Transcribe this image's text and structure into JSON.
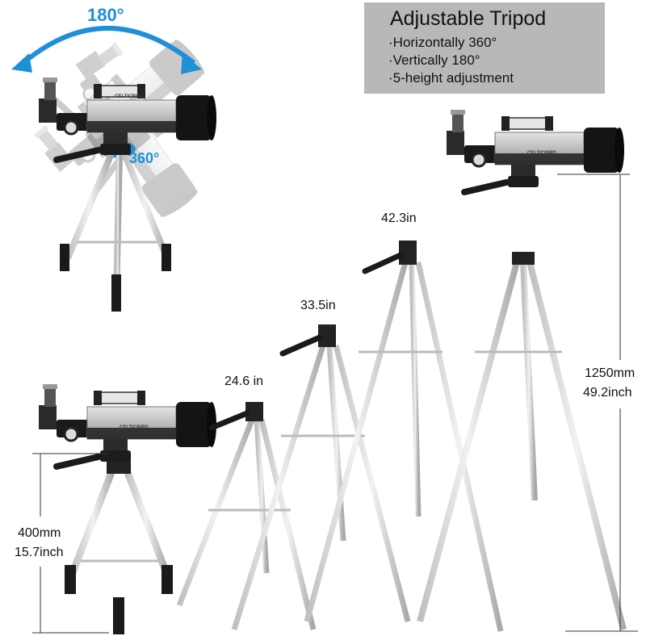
{
  "panel": {
    "title": "Adjustable Tripod",
    "features": [
      "·Horizontally 360°",
      "·Vertically 180°",
      "·5-height adjustment"
    ]
  },
  "rotation": {
    "vertical": "180°",
    "horizontal": "360°"
  },
  "brand": "CELTICBIRD",
  "heights": {
    "h1": "24.6 in",
    "h2": "33.5in",
    "h3": "42.3in"
  },
  "min_height": {
    "mm": "400mm",
    "inch": "15.7inch"
  },
  "max_height": {
    "mm": "1250mm",
    "inch": "49.2inch"
  },
  "colors": {
    "accent": "#1f8fd6",
    "panel": "#b8b8b8",
    "tube": "#c9c9c9",
    "dark": "#1a1a1a",
    "leg": "#d9d9d9"
  }
}
